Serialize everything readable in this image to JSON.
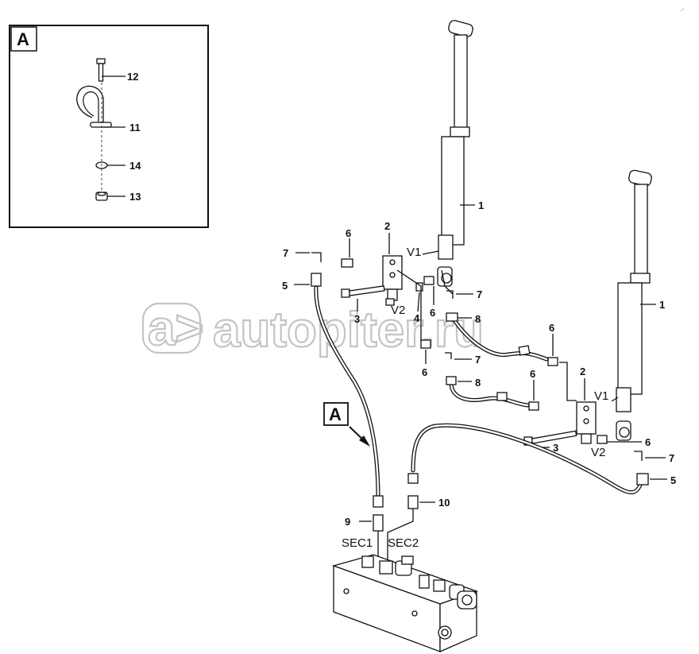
{
  "inset": {
    "label": "A"
  },
  "view_marker": {
    "label": "A"
  },
  "watermark": {
    "text": "autopiter.ru",
    "symbol": "a>"
  },
  "callouts": {
    "c1a": "1",
    "c1b": "1",
    "c2a": "2",
    "c2b": "2",
    "c3a": "3",
    "c3b": "3",
    "c4": "4",
    "c5a": "5",
    "c5b": "5",
    "c6a": "6",
    "c6b": "6",
    "c6c": "6",
    "c6d": "6",
    "c6e": "6",
    "c6f": "6",
    "c7a": "7",
    "c7b": "7",
    "c7c": "7",
    "c7d": "7",
    "c8a": "8",
    "c8b": "8",
    "c9": "9",
    "c10": "10",
    "c11": "11",
    "c12": "12",
    "c13": "13",
    "c14": "14"
  },
  "valve_ports": {
    "v1a": "V1",
    "v2a": "V2",
    "v1b": "V1",
    "v2b": "V2"
  },
  "sections": {
    "sec1": "SEC1",
    "sec2": "SEC2"
  }
}
